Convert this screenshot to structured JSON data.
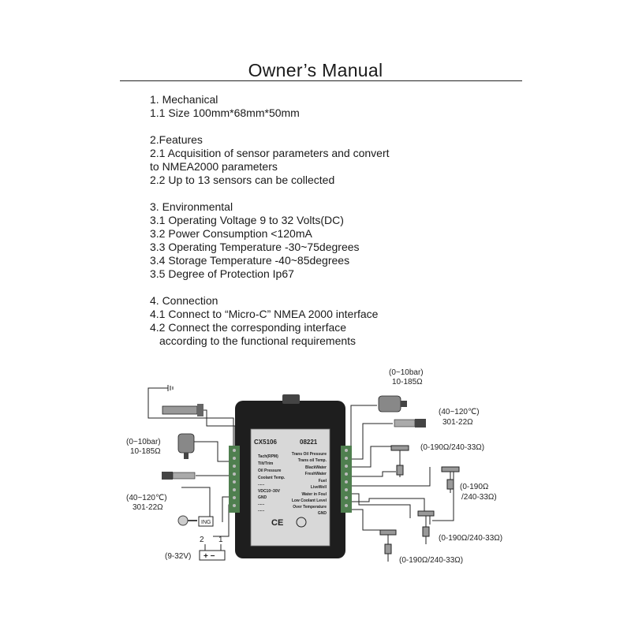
{
  "title": "Owner’s Manual",
  "sections": [
    {
      "lines": [
        "1. Mechanical",
        "1.1 Size  100mm*68mm*50mm"
      ]
    },
    {
      "lines": [
        "2.Features",
        "2.1 Acquisition of sensor parameters and convert",
        "to NMEA2000 parameters",
        "2.2 Up to 13 sensors can be collected"
      ]
    },
    {
      "lines": [
        "3. Environmental",
        "3.1 Operating Voltage    9 to 32 Volts(DC)",
        "3.2 Power Consumption  <120mA",
        "3.3 Operating Temperature -30~75degrees",
        "3.4 Storage Temperature -40~85degrees",
        "3.5 Degree of Protection    Ip67"
      ]
    },
    {
      "lines": [
        "4. Connection",
        "4.1 Connect to “Micro-C” NMEA 2000 interface",
        "4.2 Connect the corresponding interface",
        "according to the functional requirements"
      ]
    }
  ],
  "diagram": {
    "model": "CX5106",
    "serial": "08221",
    "left_channels": [
      "Tach(RPM)",
      "Tilt/Trim",
      "Oil Pressure",
      "Coolant Temp.",
      "......",
      "VDC10~30V",
      "GND",
      "......",
      "......"
    ],
    "right_channels": [
      "Trans Oil Pressure",
      "Trans oil Temp.",
      "BlackWater",
      "FreshWater",
      "Fuel",
      "LiveWell",
      "Water in Foul",
      "Low Coolant Level",
      "Over Temperature",
      "GND"
    ],
    "ce_mark": "CE",
    "ign_label": "ING",
    "wire_1": "1",
    "wire_2": "2",
    "battery_terminals": "+  −",
    "supply_label": "(9-32V)",
    "left_press_range": "(0~10bar)",
    "left_press_ohm": "10-185Ω",
    "left_temp_range": "(40~120℃)",
    "left_temp_ohm": "301-22Ω",
    "right_press_range": "(0~10bar)",
    "right_press_ohm": "10-185Ω",
    "right_temp_range": "(40~120℃)",
    "right_temp_ohm": "301-22Ω",
    "level1": "(0-190Ω/240-33Ω)",
    "level2_a": "(0-190Ω",
    "level2_b": "/240-33Ω)",
    "level3": "(0-190Ω/240-33Ω)",
    "level4": "(0-190Ω/240-33Ω)"
  }
}
